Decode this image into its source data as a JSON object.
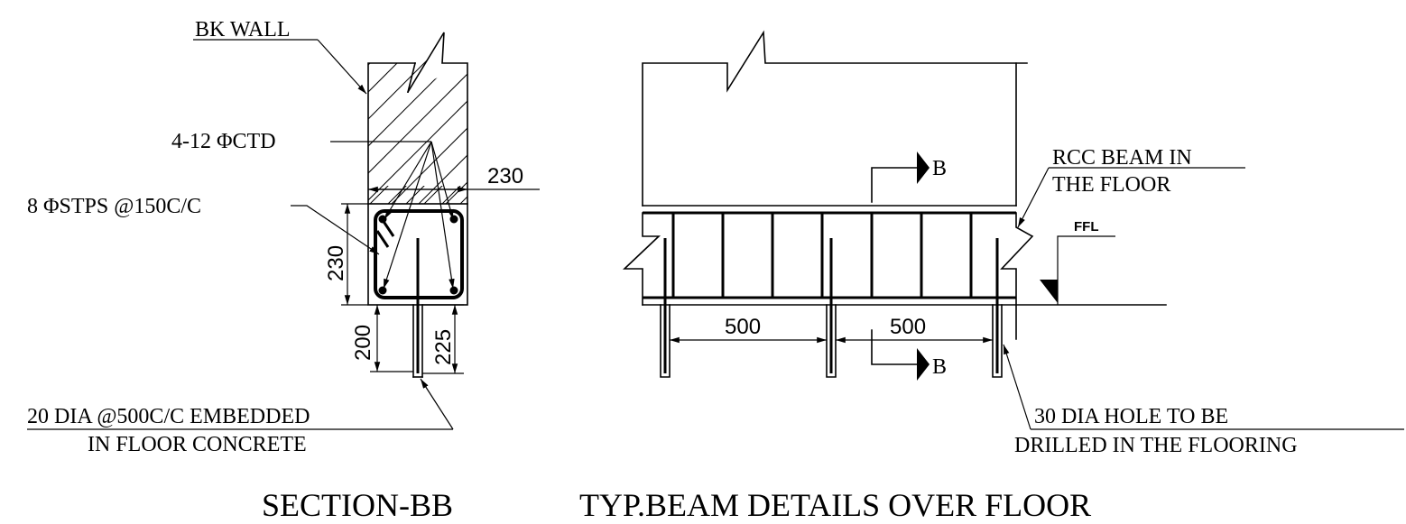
{
  "section": {
    "title": "SECTION-BB",
    "wall_label": "BK WALL",
    "rebar_label": "4-12 ΦCTD",
    "stirrup_label": "8 ΦSTPS @150C/C",
    "embed_label_1": "20 DIA @500C/C EMBEDDED",
    "embed_label_2": "IN FLOOR CONCRETE",
    "dim_width": "230",
    "dim_depth": "230",
    "dim_embed": "200",
    "dim_bar": "225"
  },
  "beam": {
    "title": "TYP.BEAM DETAILS OVER FLOOR",
    "rcc_label_1": "RCC BEAM IN",
    "rcc_label_2": "THE FLOOR",
    "ffl_label": "FFL",
    "section_mark_top": "B",
    "section_mark_bottom": "B",
    "dim_spacing_1": "500",
    "dim_spacing_2": "500",
    "hole_label_1": "30 DIA HOLE TO BE",
    "hole_label_2": "DRILLED IN THE FLOORING"
  }
}
